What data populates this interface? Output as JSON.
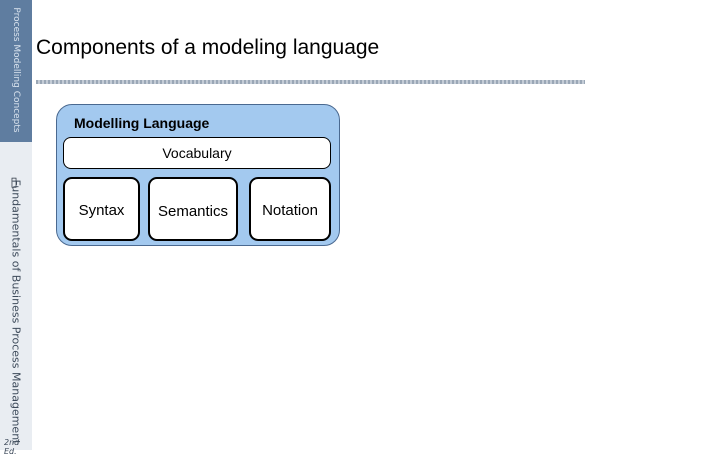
{
  "sidebar": {
    "top_text": "Process Modelling Concepts",
    "book_icon": "book-icon",
    "book_title": "Fundamentals of Business Process Management",
    "edition": "2nd Ed."
  },
  "slide": {
    "title": "Components of a modeling language"
  },
  "diagram": {
    "container_label": "Modelling Language",
    "vocabulary_label": "Vocabulary",
    "components": [
      "Syntax",
      "Semantics",
      "Notation"
    ]
  }
}
